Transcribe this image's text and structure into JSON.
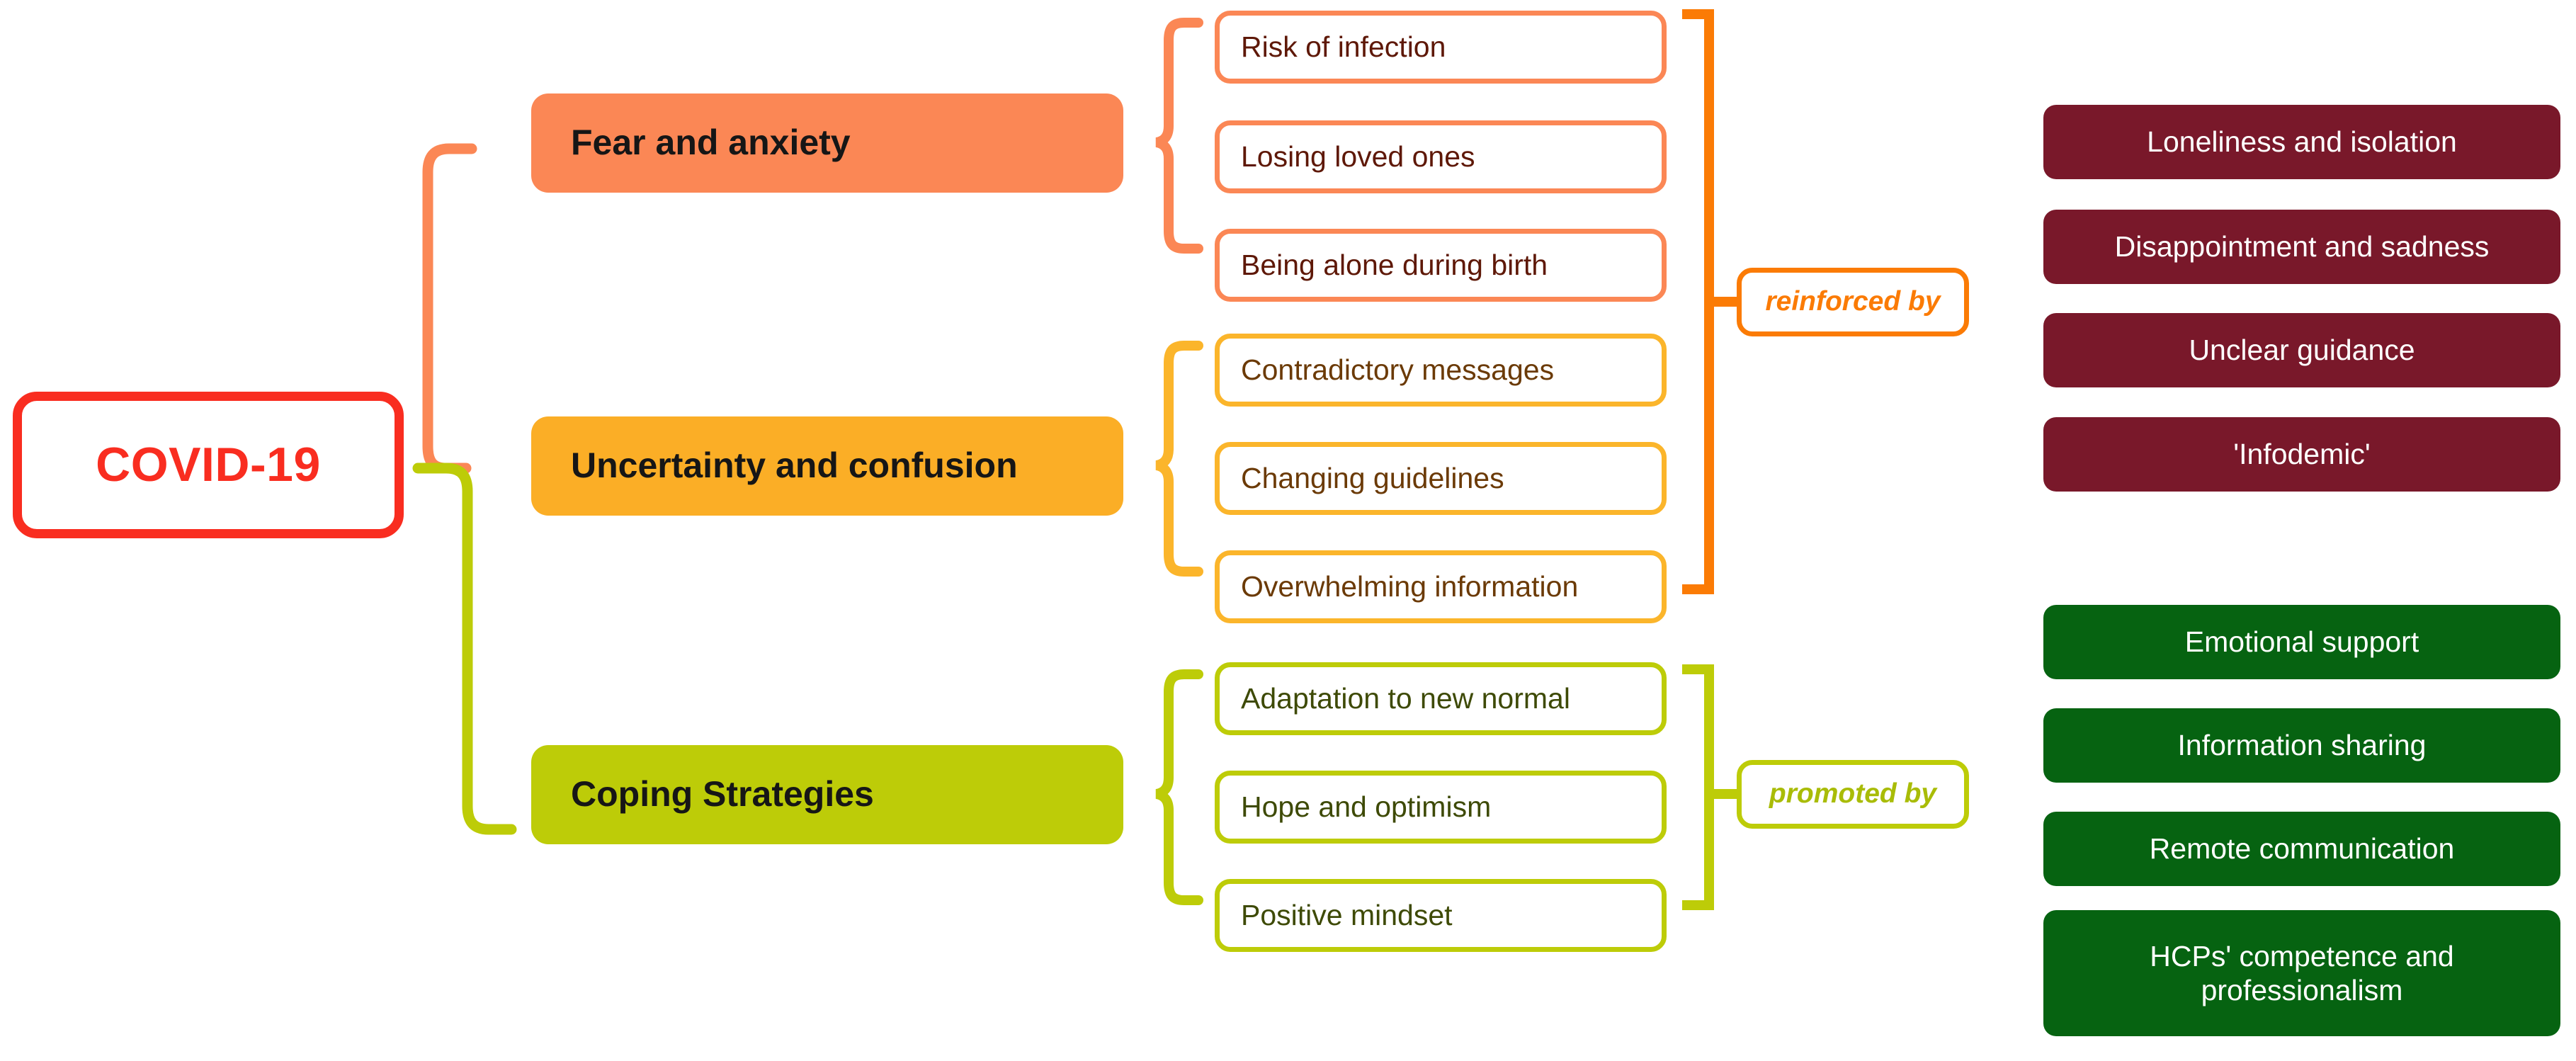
{
  "diagram": {
    "root": {
      "label": "COVID-19",
      "color": "#F92D20"
    },
    "branches": [
      {
        "id": "fear",
        "label": "Fear and anxiety",
        "color": "#FB8755",
        "sub_items": [
          "Risk of infection",
          "Losing loved ones",
          "Being alone during birth"
        ]
      },
      {
        "id": "uncertainty",
        "label": "Uncertainty and confusion",
        "color": "#FBAE26",
        "sub_items": [
          "Contradictory messages",
          "Changing guidelines",
          "Overwhelming information"
        ]
      },
      {
        "id": "coping",
        "label": "Coping Strategies",
        "color": "#BDCC08",
        "sub_items": [
          "Adaptation to new normal",
          "Hope and optimism",
          "Positive mindset"
        ]
      }
    ],
    "relations": [
      {
        "id": "reinforced",
        "label": "reinforced by",
        "color": "#FB7B05"
      },
      {
        "id": "promoted",
        "label": "promoted by",
        "color": "#BDCC08"
      }
    ],
    "outcomes": {
      "negative": {
        "color": "#79182A",
        "items": [
          "Loneliness and isolation",
          "Disappointment and sadness",
          "Unclear guidance",
          "'Infodemic'"
        ]
      },
      "positive": {
        "color": "#066311",
        "items": [
          "Emotional support",
          "Information sharing",
          "Remote communication",
          "HCPs' competence and professionalism"
        ]
      }
    }
  }
}
